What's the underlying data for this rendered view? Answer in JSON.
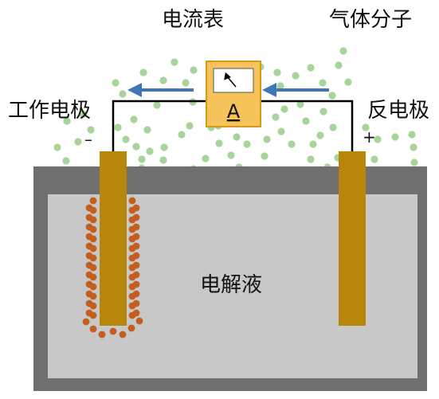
{
  "labels": {
    "ammeter": "电流表",
    "gas_molecules": "气体分子",
    "working_electrode": "工作电极",
    "counter_electrode": "反电极",
    "electrolyte": "电解液",
    "ammeter_symbol": "A",
    "negative_sign": "–",
    "positive_sign": "+"
  },
  "colors": {
    "molecule": "#a6d49a",
    "adsorbed_ion": "#c45e1e",
    "electrode": "#b8860b",
    "electrolyte": "#c8c8c8",
    "container": "#6f6f6f",
    "ammeter_body": "#f6c35a",
    "ammeter_border": "#d79a18",
    "flow_arrow": "#3f77b6",
    "wire": "#000000"
  },
  "icons": {
    "meter_needle": "pointer-arrow-icon",
    "flow_arrow": "arrow-left-icon"
  }
}
